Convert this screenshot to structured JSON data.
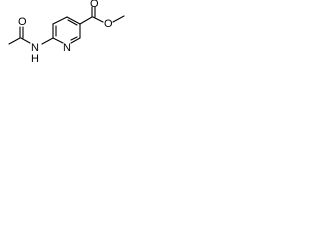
{
  "molecule": {
    "atom_labels": {
      "nh_n": "N",
      "nh_h": "H",
      "acyl_o": "O",
      "ring_n": "N",
      "ester_o_double": "O",
      "ester_o_single": "O"
    }
  }
}
